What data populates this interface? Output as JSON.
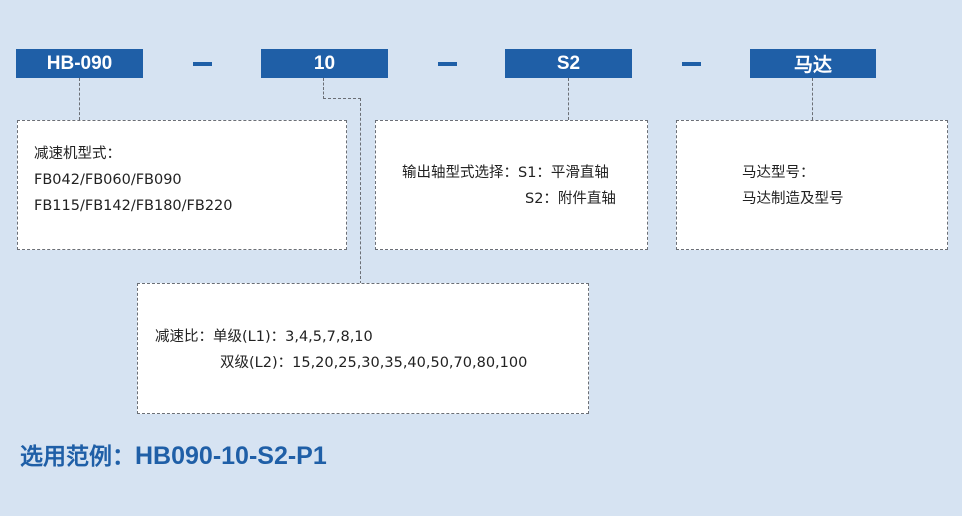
{
  "codes": {
    "reducer": "HB-090",
    "ratio": "10",
    "shaft": "S2",
    "motor": "马达"
  },
  "separator": "-",
  "panels": {
    "reducer_model": {
      "title": "减速机型式：",
      "line1": "FB042/FB060/FB090",
      "line2": "FB115/FB142/FB180/FB220"
    },
    "shaft_type": {
      "label": "输出轴型式选择：",
      "opt1": "S1：平滑直轴",
      "opt2": "S2：附件直轴"
    },
    "motor_model": {
      "title": "马达型号：",
      "line1": "马达制造及型号"
    },
    "ratio": {
      "label": "减速比：",
      "single_label": "单级(L1)：",
      "single_values": "3,4,5,7,8,10",
      "double_label": "双级(L2)：",
      "double_values": "15,20,25,30,35,40,50,70,80,100"
    }
  },
  "example": {
    "label": "选用范例：",
    "code": "HB090-10-S2-P1"
  },
  "colors": {
    "background": "#d6e3f2",
    "accent": "#1f5fa7",
    "panel": "#ffffff",
    "border": "#6b6f76"
  }
}
